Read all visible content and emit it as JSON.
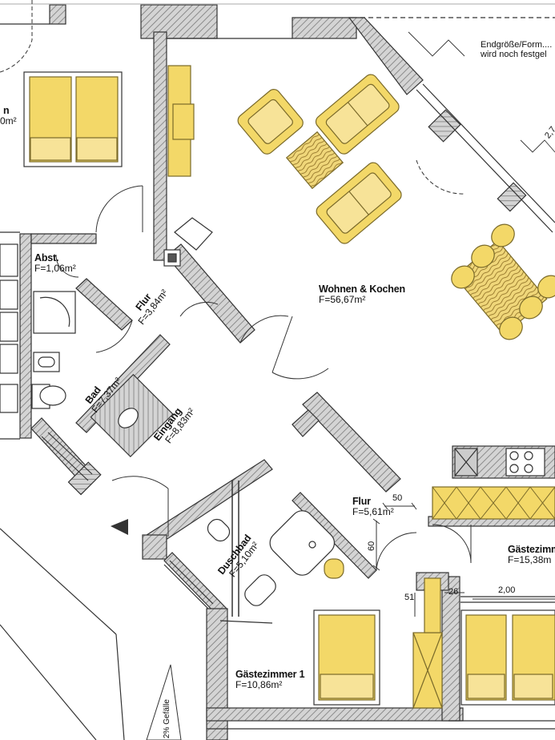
{
  "note": {
    "line1": "Endgröße/Form....",
    "line2": "wird noch festgel"
  },
  "rooms": {
    "bed_left": {
      "area": "0m²",
      "name": "n"
    },
    "abst": {
      "name": "Abst.",
      "area": "F=1,06m²"
    },
    "flur1": {
      "name": "Flur",
      "area": "F=3,84m²"
    },
    "wohnen": {
      "name": "Wohnen & Kochen",
      "area": "F=56,67m²"
    },
    "bad": {
      "name": "Bad",
      "area": "F=7,37m²"
    },
    "eingang": {
      "name": "Eingang",
      "area": "F=8,83m²"
    },
    "flur2": {
      "name": "Flur",
      "area": "F=5,61m²"
    },
    "duschbad": {
      "name": "Duschbad",
      "area": "F=5,10m²"
    },
    "gaeste1": {
      "name": "Gästezimmer 1",
      "area": "F=10,86m²"
    },
    "gaeste2": {
      "name": "Gästezimm",
      "area": "F=15,38m"
    }
  },
  "dimensions": {
    "d50": "50",
    "d60": "60",
    "d51": "51",
    "d26": "26",
    "d200": "2,00",
    "d27": "2,7"
  },
  "slope": "2% Gefälle",
  "colors": {
    "furniture": "#f3d868",
    "furniture_stroke": "#7a6a2a",
    "wall_hatch": "#8a8a8a",
    "wall_stroke": "#333333"
  }
}
